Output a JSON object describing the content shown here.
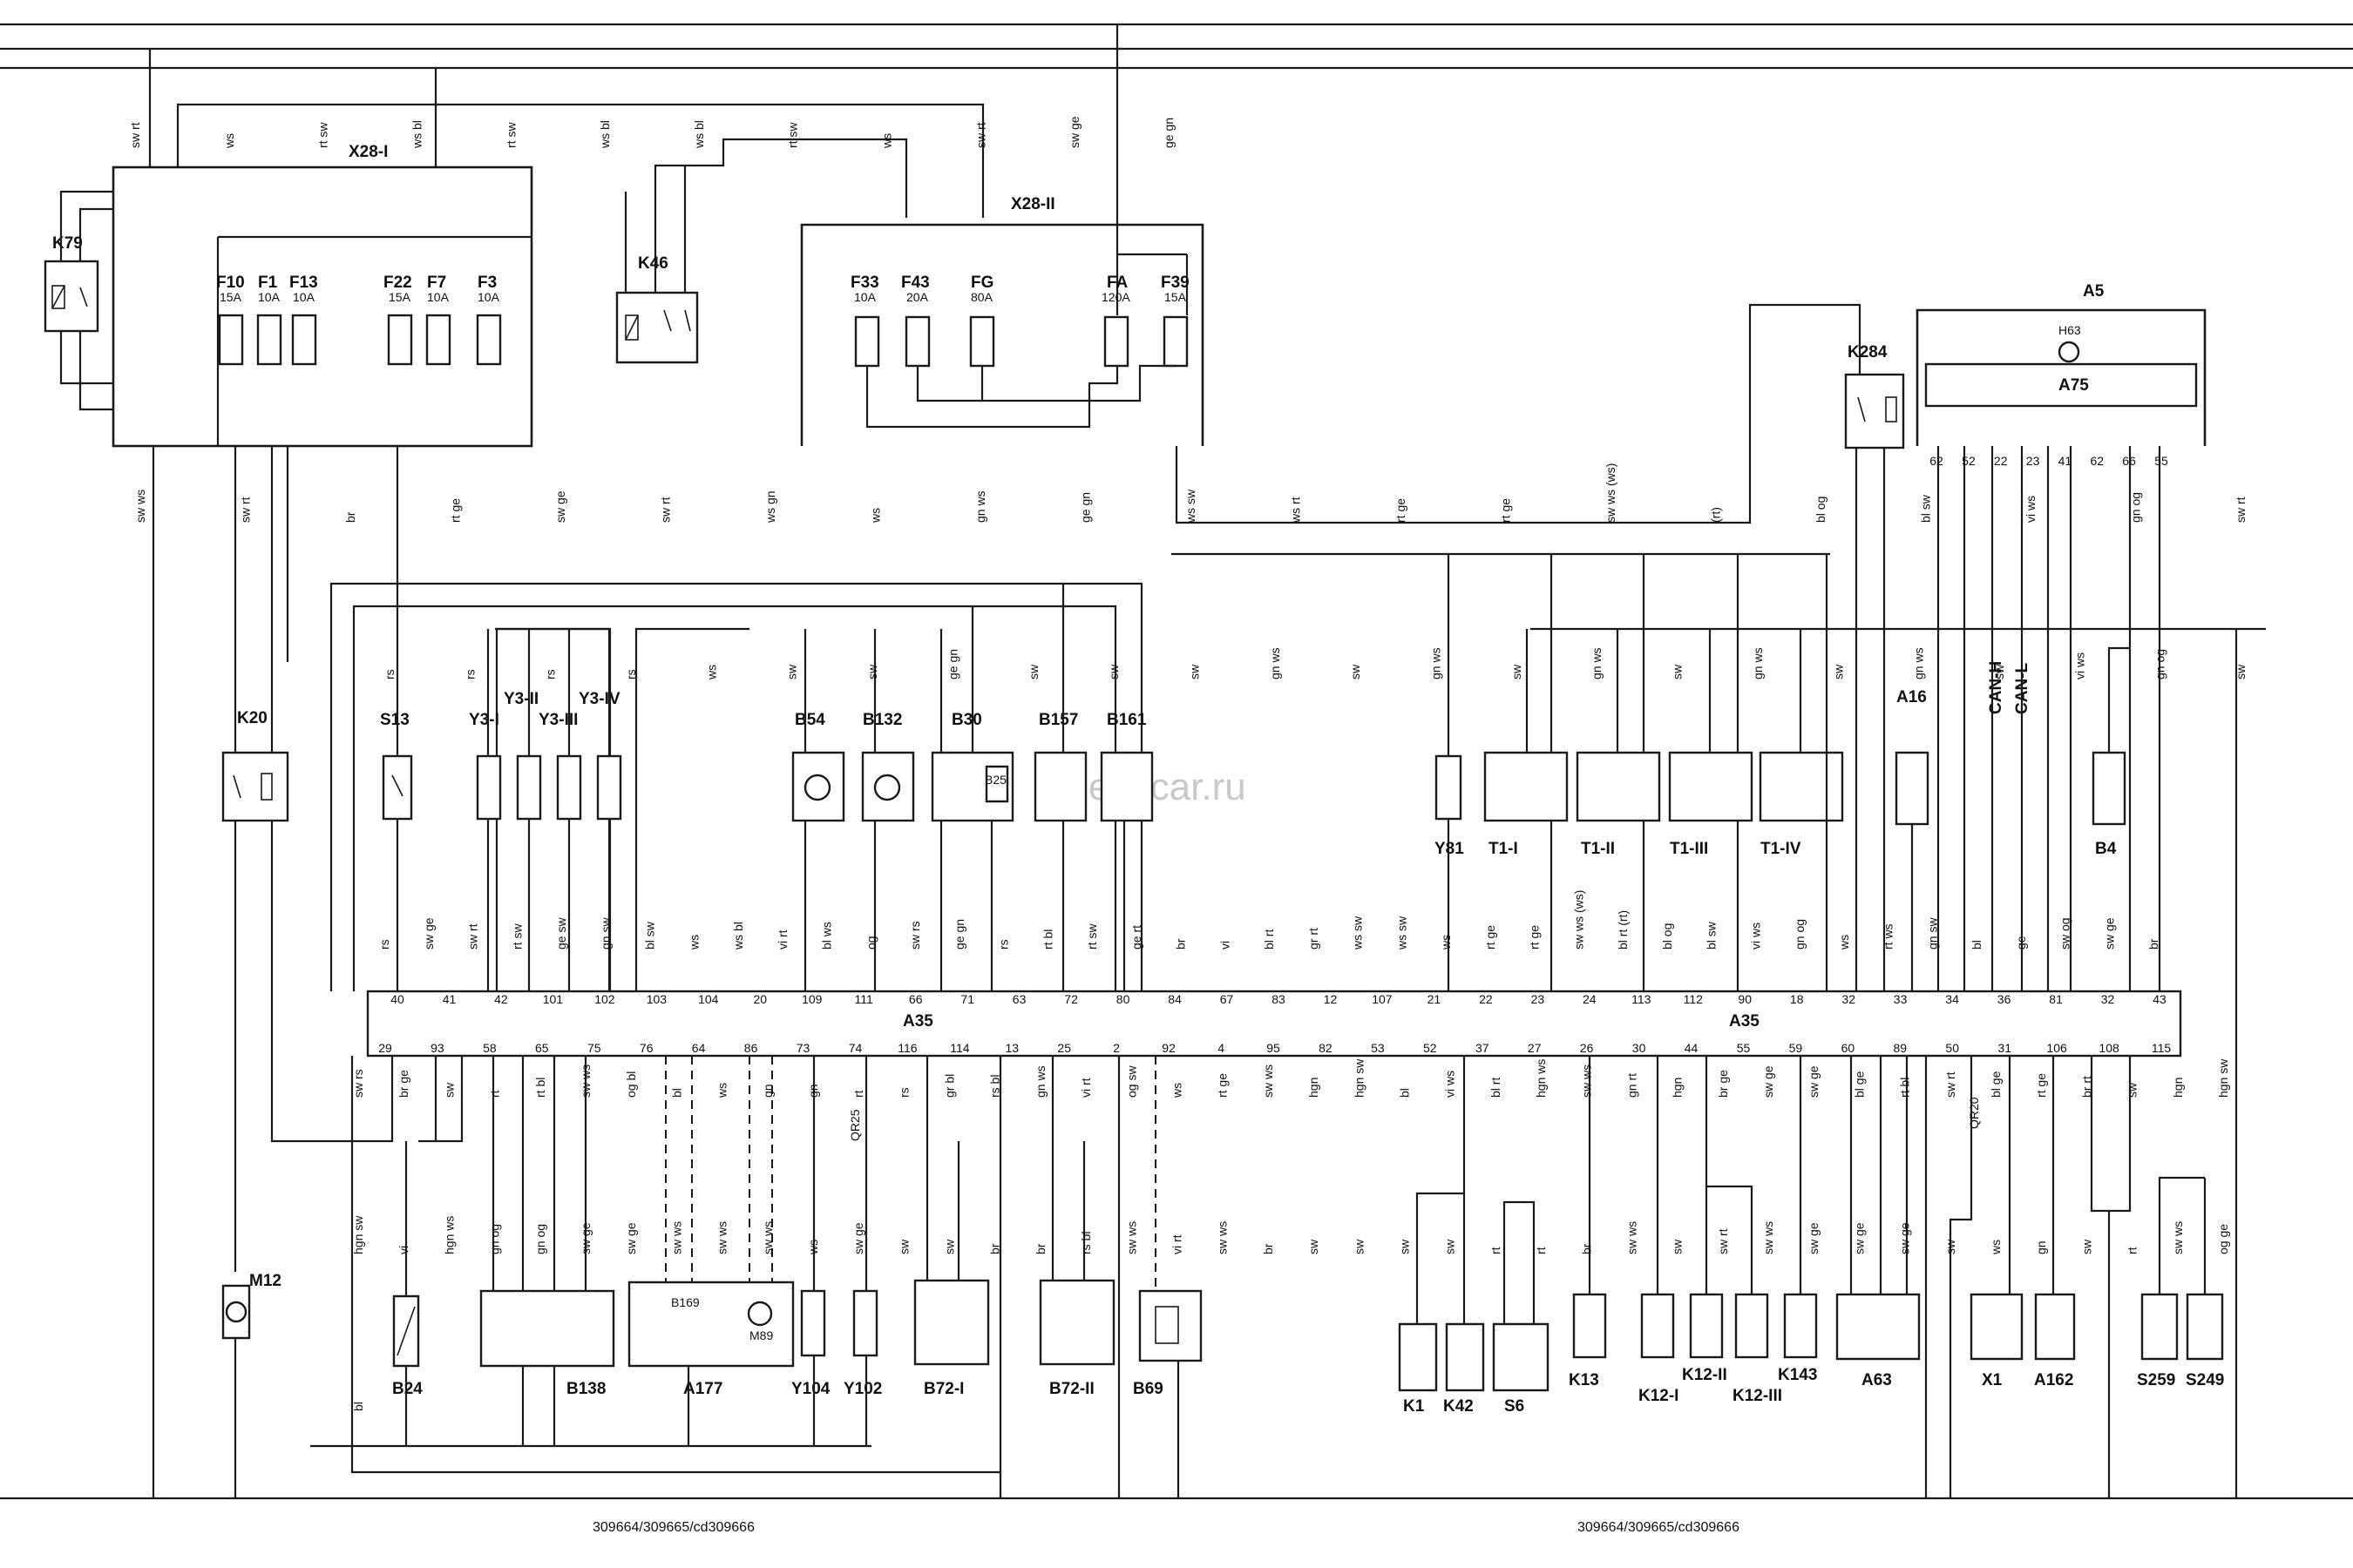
{
  "watermark": "Shemicar.ru",
  "footer": {
    "left": "309664/309665/cd309666",
    "right": "309664/309665/cd309666"
  },
  "fuse_box_1": {
    "label": "X28-I",
    "fuses": [
      {
        "id": "F10",
        "rating": "15A"
      },
      {
        "id": "F1",
        "rating": "10A"
      },
      {
        "id": "F13",
        "rating": "10A"
      },
      {
        "id": "F22",
        "rating": "15A"
      },
      {
        "id": "F7",
        "rating": "10A"
      },
      {
        "id": "F3",
        "rating": "10A"
      }
    ]
  },
  "fuse_box_2": {
    "label": "X28-II",
    "fuses": [
      {
        "id": "F33",
        "rating": "10A"
      },
      {
        "id": "F43",
        "rating": "20A"
      },
      {
        "id": "FG",
        "rating": "80A"
      },
      {
        "id": "FA",
        "rating": "120A"
      },
      {
        "id": "F39",
        "rating": "15A"
      }
    ]
  },
  "relays": {
    "k79": "K79",
    "k46": "K46",
    "k284": "K284",
    "k20": "K20",
    "k1": "K1",
    "k42": "K42",
    "k13": "K13",
    "k12_1": "K12-I",
    "k12_2": "K12-II",
    "k12_3": "K12-III",
    "k143": "K143"
  },
  "modules": {
    "a5": "A5",
    "h63": "H63",
    "a75": "A75",
    "a35_1": "A35",
    "a35_2": "A35",
    "a16": "A16",
    "b4": "B4",
    "a63": "A63",
    "x1": "X1",
    "a162": "A162",
    "a177": "A177",
    "b169": "B169",
    "m89": "M89"
  },
  "components": {
    "s13": "S13",
    "y3_1": "Y3-I",
    "y3_2": "Y3-II",
    "y3_3": "Y3-III",
    "y3_4": "Y3-IV",
    "b54": "B54",
    "b132": "B132",
    "b30": "B30",
    "b25": "B25",
    "b157": "B157",
    "b161": "B161",
    "y81": "Y81",
    "t1_1": "T1-I",
    "t1_2": "T1-II",
    "t1_3": "T1-III",
    "t1_4": "T1-IV",
    "m12": "M12",
    "b24": "B24",
    "b138": "B138",
    "y104": "Y104",
    "y102": "Y102",
    "b72_1": "B72-I",
    "b72_2": "B72-II",
    "b69": "B69",
    "s6": "S6",
    "s259": "S259",
    "s249": "S249"
  },
  "bus_labels": {
    "can_h": "CAN-H",
    "can_l": "CAN-L",
    "qr25": "QR25",
    "qr20": "QR20"
  },
  "a35_top_pins": [
    "40",
    "41",
    "42",
    "101",
    "102",
    "103",
    "104",
    "20",
    "109",
    "111",
    "66",
    "71",
    "63",
    "72",
    "80",
    "84",
    "67",
    "83",
    "12",
    "107",
    "21",
    "22",
    "23",
    "24",
    "113",
    "112",
    "90",
    "18",
    "32",
    "33",
    "34",
    "36",
    "81",
    "32",
    "43"
  ],
  "a35_bottom_pins": [
    "29",
    "93",
    "58",
    "65",
    "75",
    "76",
    "64",
    "86",
    "73",
    "74",
    "116",
    "114",
    "13",
    "25",
    "2",
    "92",
    "4",
    "95",
    "82",
    "53",
    "52",
    "37",
    "27",
    "26",
    "30",
    "44",
    "55",
    "59",
    "60",
    "89",
    "50",
    "31",
    "106",
    "108",
    "115"
  ],
  "a5_pins": [
    "62",
    "52",
    "22",
    "23",
    "41",
    "62",
    "66",
    "55"
  ],
  "wire_colors": {
    "top": [
      "sw rt",
      "ws",
      "rt sw",
      "ws bl",
      "rt sw",
      "ws bl",
      "ws bl",
      "rt sw",
      "ws",
      "sw rt",
      "sw ge",
      "ge gn"
    ],
    "mid": [
      "sw ws",
      "sw rt",
      "br",
      "rt ge",
      "sw ge",
      "sw rt",
      "ws gn",
      "ws",
      "gn ws",
      "ge gn",
      "ws sw",
      "ws rt",
      "rt ge",
      "rt ge",
      "sw ws (ws)",
      "(rt)",
      "bl og",
      "bl sw",
      "vi ws",
      "gn og",
      "sw rt"
    ],
    "upper_comp": [
      "rs",
      "rs",
      "rs",
      "rs",
      "ws",
      "sw",
      "sw",
      "ge gn",
      "sw",
      "sw",
      "sw",
      "gn ws",
      "sw",
      "gn ws",
      "sw",
      "gn ws",
      "sw",
      "gn ws",
      "sw",
      "gn ws",
      "sw",
      "vi ws",
      "gn og",
      "sw"
    ],
    "a35_in": [
      "rs",
      "sw ge",
      "sw rt",
      "rt sw",
      "ge sw",
      "gn sw",
      "bl sw",
      "ws",
      "ws bl",
      "vi rt",
      "bl ws",
      "og",
      "sw rs",
      "ge gn",
      "rs",
      "rt bl",
      "rt sw",
      "ge rt",
      "br",
      "vi",
      "bl rt",
      "gr rt",
      "ws sw",
      "ws sw",
      "ws",
      "rt ge",
      "rt ge",
      "sw ws (ws)",
      "bl rt (rt)",
      "bl og",
      "bl sw",
      "vi ws",
      "gn og",
      "ws",
      "rt ws",
      "gn sw",
      "bl",
      "ge",
      "sw og",
      "sw ge",
      "br"
    ],
    "a35_out": [
      "sw rs",
      "br ge",
      "sw",
      "rt",
      "rt bl",
      "sw ws",
      "og bl",
      "bl",
      "ws",
      "gn",
      "gn",
      "rt",
      "rs",
      "gr bl",
      "rs bl",
      "gn ws",
      "vi rt",
      "og sw",
      "ws",
      "rt ge",
      "sw ws",
      "hgn",
      "hgn sw",
      "bl",
      "vi ws",
      "bl rt",
      "hgn ws",
      "sw ws",
      "gn rt",
      "hgn",
      "br ge",
      "sw ge",
      "sw ge",
      "bl ge",
      "rt bl",
      "sw rt",
      "bl ge",
      "rt ge",
      "br rt",
      "sw",
      "hgn",
      "hgn sw",
      "hgn sw",
      "vi",
      "hgn ws",
      "gn og",
      "gn og",
      "sw ge",
      "sw ge",
      "sw ws",
      "sw ws",
      "sw ws",
      "ws",
      "sw ge",
      "sw",
      "sw",
      "br",
      "br",
      "rs bl",
      "sw ws",
      "vi rt",
      "sw ws",
      "br",
      "sw",
      "sw",
      "sw",
      "sw",
      "rt",
      "rt",
      "br",
      "sw ws",
      "sw",
      "sw rt",
      "sw ws",
      "sw ge",
      "sw ge",
      "sw ge",
      "sw",
      "ws",
      "gn",
      "sw",
      "rt",
      "sw ws",
      "og ge",
      "bl"
    ]
  }
}
